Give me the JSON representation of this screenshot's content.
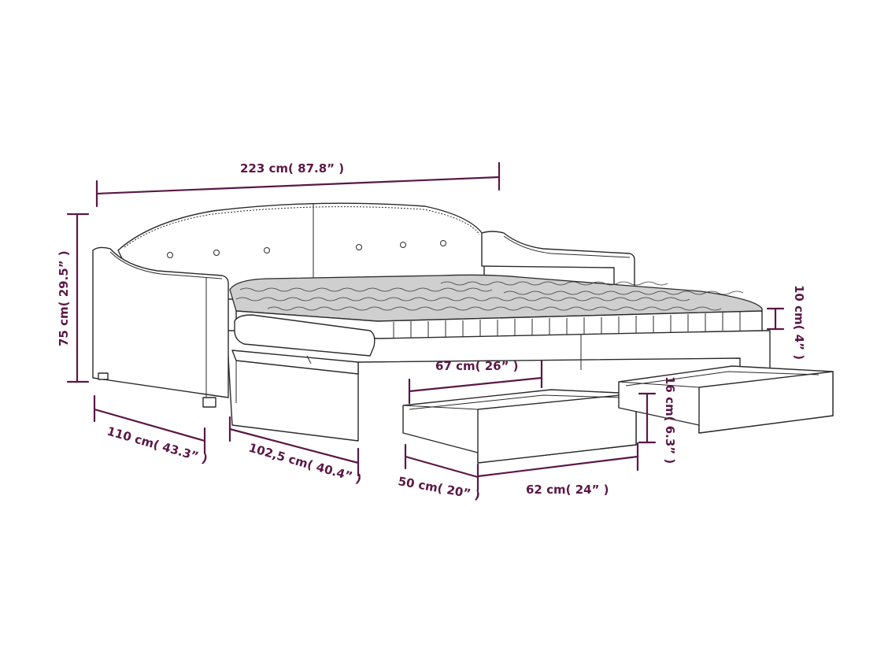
{
  "colors": {
    "dimension": "#5a1846",
    "outline": "#2a2a2a",
    "background": "#ffffff"
  },
  "dimensions": {
    "overall_width": "223 cm( 87.8” )",
    "height": "75 cm( 29.5” )",
    "depth": "110 cm( 43.3” )",
    "extended_depth": "102,5 cm( 40.4” )",
    "mattress_thickness": "10 cm( 4” )",
    "drawer_width_top": "67 cm( 26” )",
    "drawer_height": "16 cm( 6.3” )",
    "drawer_depth": "50 cm( 20” )",
    "drawer_width": "62 cm( 24” )"
  }
}
